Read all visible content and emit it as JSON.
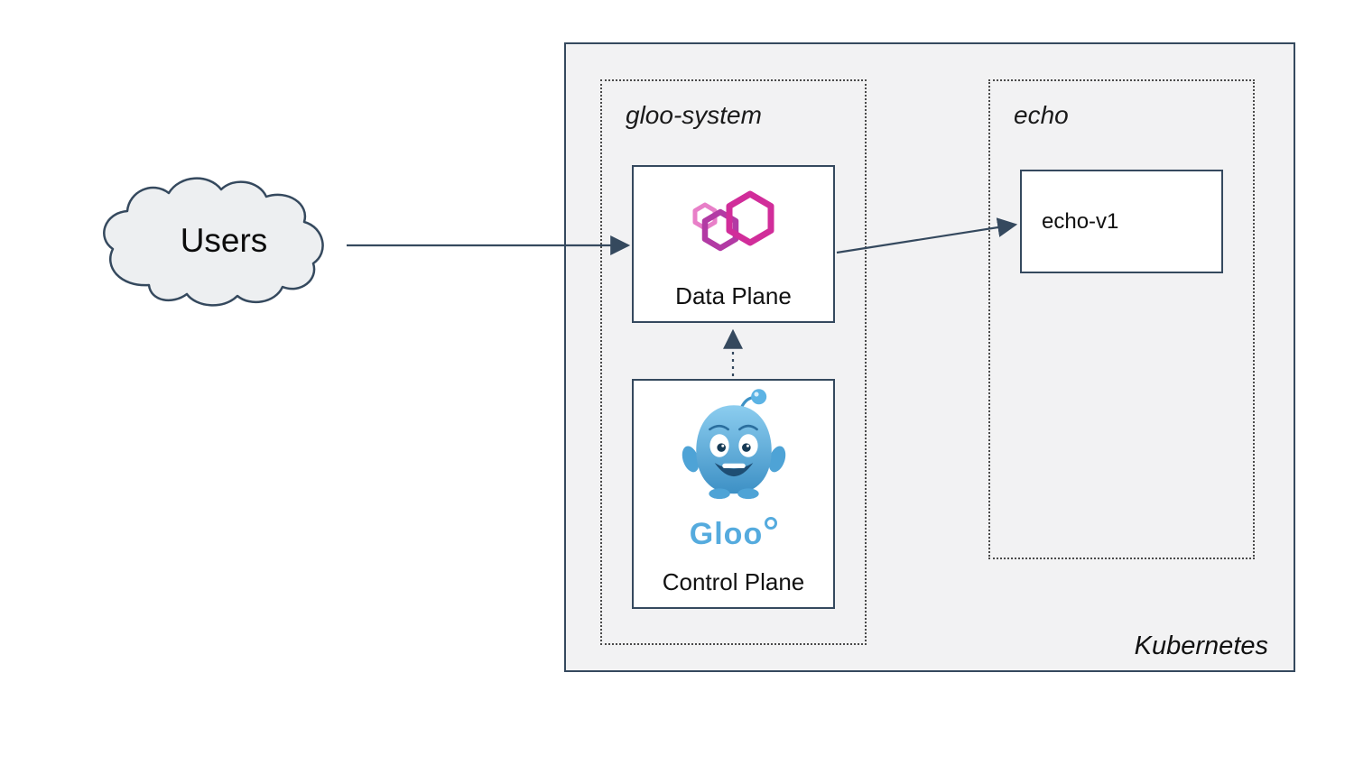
{
  "diagram": {
    "users": {
      "label": "Users"
    },
    "kubernetes": {
      "label": "Kubernetes"
    },
    "gloo_system": {
      "label": "gloo-system",
      "data_plane": {
        "label": "Data Plane"
      },
      "control_plane": {
        "label": "Control Plane",
        "wordmark": "Gloo"
      }
    },
    "echo": {
      "label": "echo",
      "echo_v1": {
        "label": "echo-v1"
      }
    },
    "colors": {
      "navy": "#35495e",
      "kubernetes_bg": "#f2f2f3",
      "gloo_pink": "#d12d9a",
      "gloo_blue": "#55abde"
    }
  }
}
